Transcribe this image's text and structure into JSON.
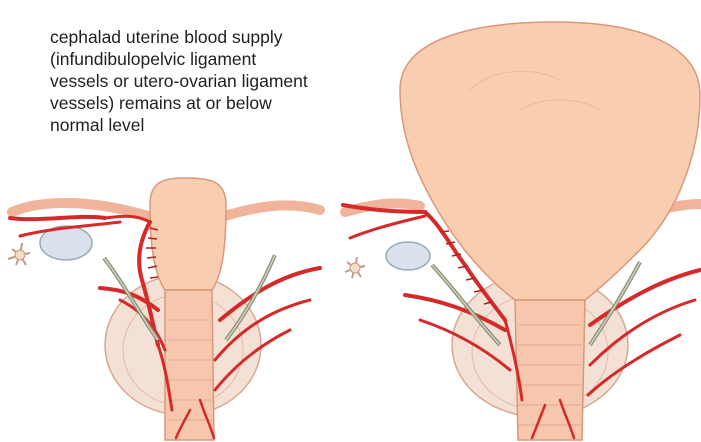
{
  "caption": {
    "lines": [
      "cephalad uterine blood supply",
      "(infundibulopelvic ligament",
      "vessels or utero-ovarian ligament",
      "vessels) remains at or below",
      "normal level"
    ]
  },
  "colors": {
    "uterus_fill": "#f9cdb0",
    "uterus_stroke": "#d9987a",
    "artery": "#d62a2a",
    "artery_dark": "#b71c1c",
    "ovary": "#d9e2ec",
    "clamp": "#8b8f78",
    "cervix_ring": "#f2dcd0"
  },
  "figures": [
    {
      "name": "normal-uterus-figure"
    },
    {
      "name": "enlarged-uterus-figure"
    }
  ]
}
